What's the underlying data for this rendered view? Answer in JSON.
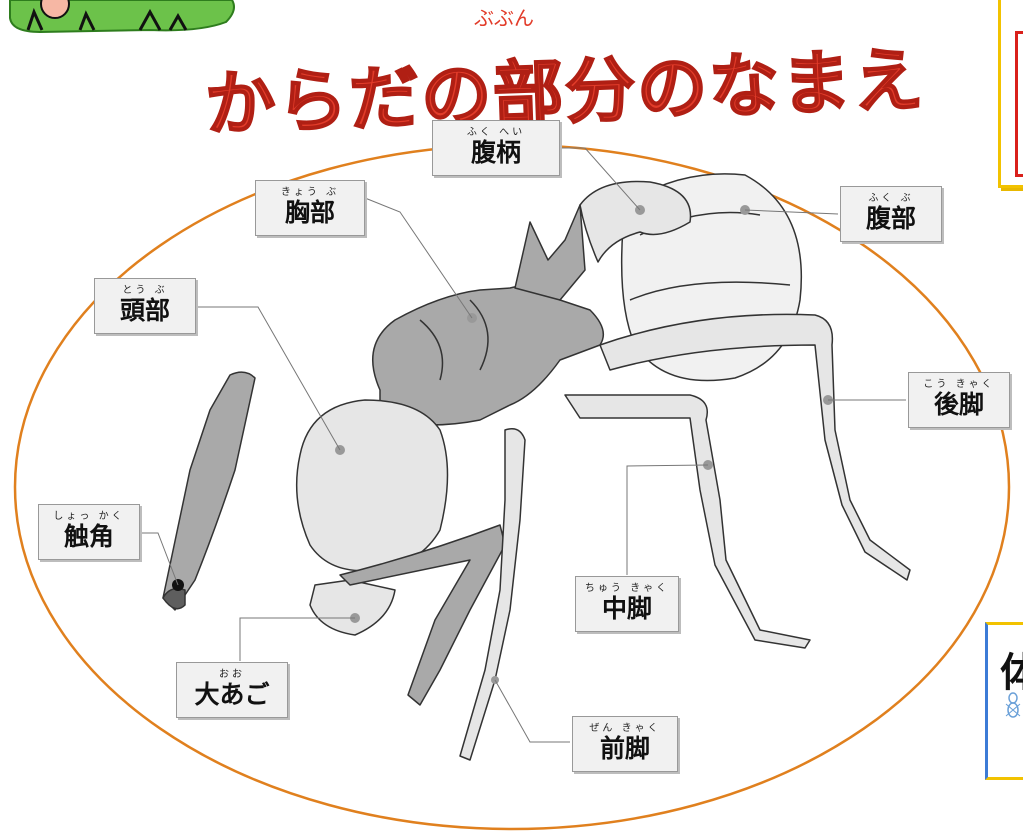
{
  "title": {
    "text": "からだの部分のなまえ",
    "ruby": "ぶぶん"
  },
  "labels": {
    "fukuhei": {
      "ruby": "ふく へい",
      "text": "腹柄"
    },
    "kyoubu": {
      "ruby": "きょう ぶ",
      "text": "胸部"
    },
    "fukubu": {
      "ruby": "ふく ぶ",
      "text": "腹部"
    },
    "toubu": {
      "ruby": "とう ぶ",
      "text": "頭部"
    },
    "koukyaku": {
      "ruby": "こう きゃく",
      "text": "後脚"
    },
    "shokkaku": {
      "ruby": "しょっ かく",
      "text": "触角"
    },
    "chuukyaku": {
      "ruby": "ちゅう きゃく",
      "text": "中脚"
    },
    "ooago": {
      "ruby": "おお",
      "text": "大あご"
    },
    "zenkyaku": {
      "ruby": "ぜん きゃく",
      "text": "前脚"
    }
  },
  "side_box": {
    "text": "体"
  },
  "colors": {
    "title": "#e23c2a",
    "ellipse": "#e0801e",
    "callout_border": "#f2c200",
    "callout_red": "#d9201b",
    "ant_body_dark": "#a9a9a9",
    "ant_body_light": "#e6e6e6",
    "segment_dark": "#5e5e5e"
  },
  "icons": [
    "cartoon-kids-grass-icon",
    "ant-illustration",
    "small-ant-icon"
  ]
}
